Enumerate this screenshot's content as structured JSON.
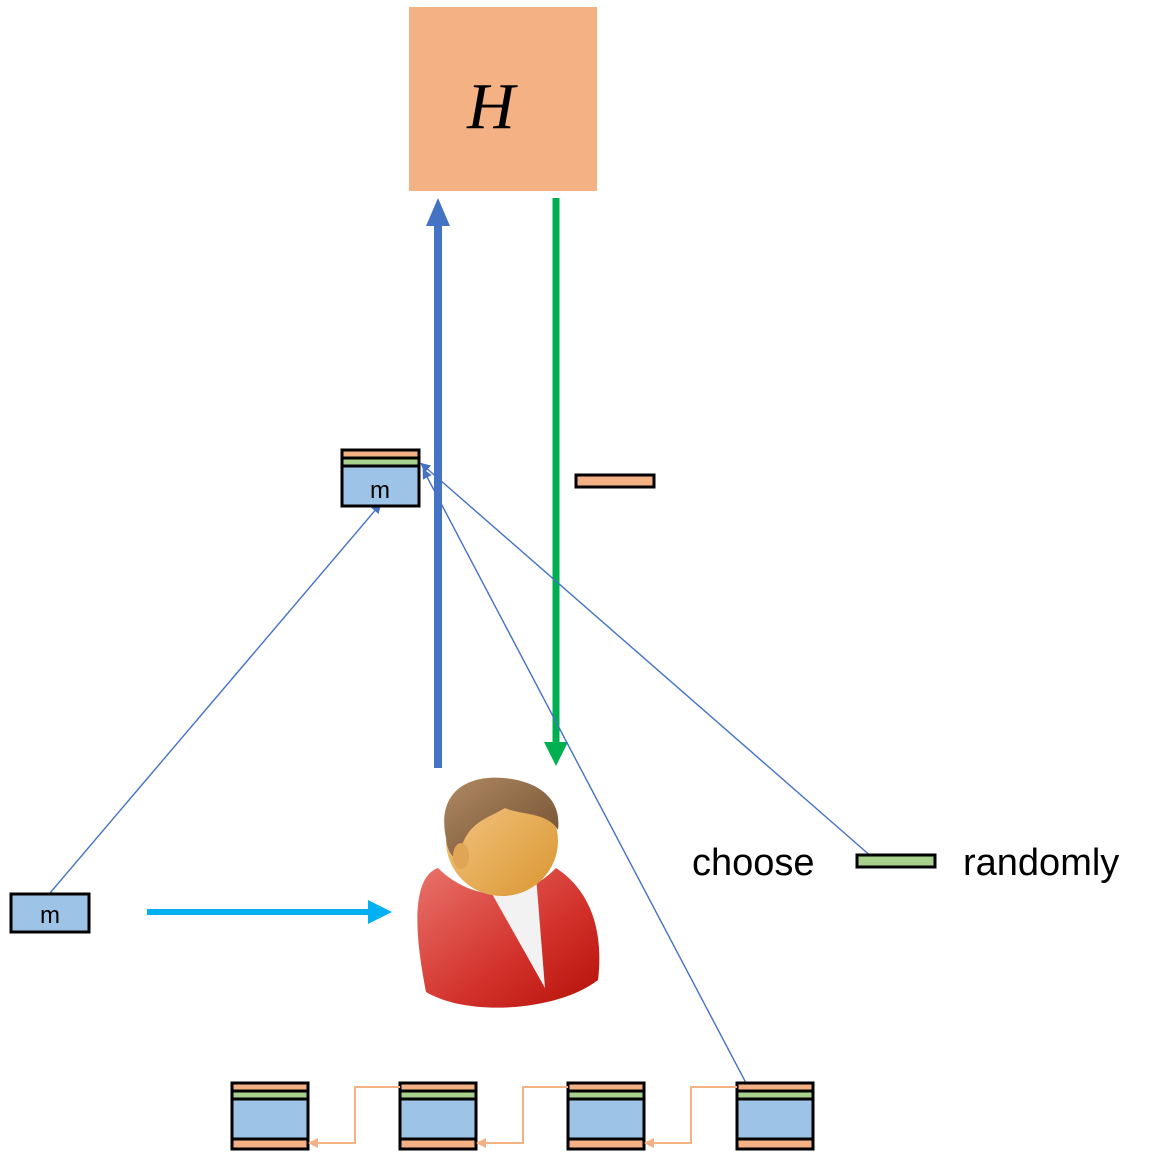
{
  "hash_box": {
    "label": "H",
    "color": "#F4B183"
  },
  "message_label": "m",
  "choose_text": "choose",
  "randomly_text": "randomly",
  "colors": {
    "block_body": "#9DC3E6",
    "stripe_orange": "#F4B183",
    "stripe_green": "#A9D18E",
    "arrow_up": "#4472C4",
    "arrow_down": "#00B050",
    "arrow_cyan": "#00B0F0",
    "thin_line": "#4472C4",
    "chain_link": "#F4B183"
  },
  "icons": [
    "user-icon"
  ]
}
